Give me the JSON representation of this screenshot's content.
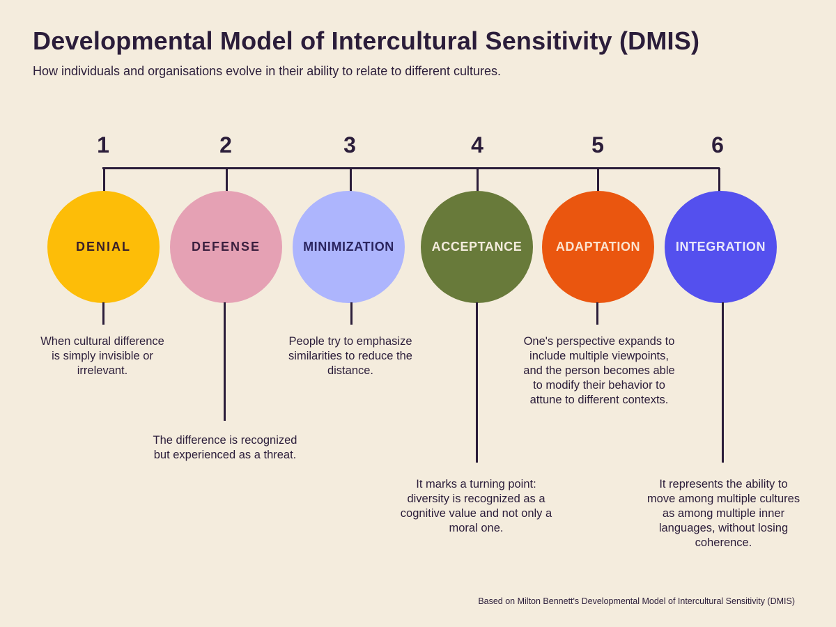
{
  "header": {
    "title": "Developmental Model of Intercultural Sensitivity (DMIS)",
    "subtitle": "How individuals and organisations evolve in their ability to relate to different cultures."
  },
  "stages": [
    {
      "number": "1",
      "label": "DENIAL",
      "color": "#fdbd08",
      "label_color": "#3a1f2a",
      "description": "When cultural difference is simply invisible or irrelevant."
    },
    {
      "number": "2",
      "label": "DEFENSE",
      "color": "#e5a1b4",
      "label_color": "#3a1f3e",
      "description": "The difference is recognized but experienced as a threat."
    },
    {
      "number": "3",
      "label": "MINIMIZATION",
      "color": "#adb5fd",
      "label_color": "#2b2560",
      "description": "People try to emphasize similarities to reduce the distance."
    },
    {
      "number": "4",
      "label": "ACCEPTANCE",
      "color": "#687a3a",
      "label_color": "#f4ecdd",
      "description": "It marks a turning point: diversity is recognized as a cognitive value and not only a moral one."
    },
    {
      "number": "5",
      "label": "ADAPTATION",
      "color": "#ea560f",
      "label_color": "#fbe3cf",
      "description": "One's perspective expands to include multiple viewpoints, and the person becomes able to modify their behavior to attune to different contexts."
    },
    {
      "number": "6",
      "label": "INTEGRATION",
      "color": "#5450ee",
      "label_color": "#e8e6fb",
      "description": "It represents the ability to move among multiple cultures as among multiple inner languages, without losing coherence."
    }
  ],
  "footnote": "Based on Milton Bennett's Developmental Model of Intercultural Sensitivity (DMIS)",
  "colors": {
    "background": "#f4ecdd",
    "ink": "#2b1d3a"
  }
}
